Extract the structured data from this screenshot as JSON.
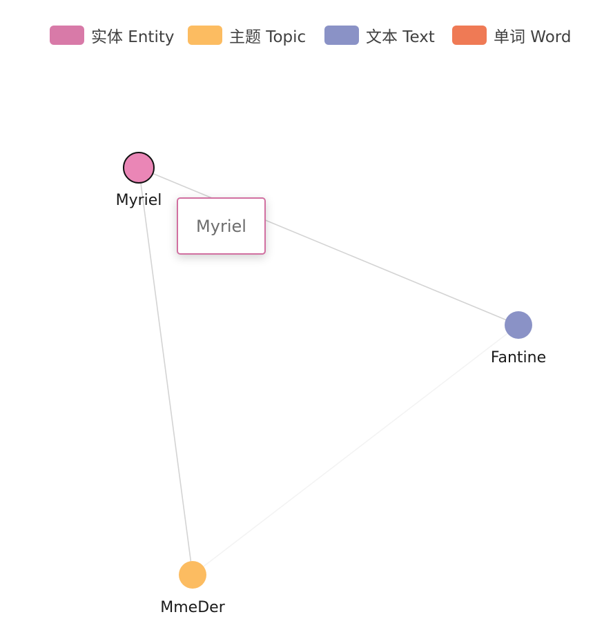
{
  "legend": [
    {
      "label": "实体 Entity",
      "color": "#d87aa8"
    },
    {
      "label": "主题 Topic",
      "color": "#fcbc61"
    },
    {
      "label": "文本 Text",
      "color": "#8a92c6"
    },
    {
      "label": "单词 Word",
      "color": "#ef7a55"
    }
  ],
  "nodes": [
    {
      "id": "Myriel",
      "label": "Myriel",
      "category": "实体 Entity",
      "color": "#ea86b6",
      "highlighted": true
    },
    {
      "id": "Fantine",
      "label": "Fantine",
      "category": "文本 Text",
      "color": "#8a92c6",
      "highlighted": false
    },
    {
      "id": "MmeDer",
      "label": "MmeDer",
      "category": "主题 Topic",
      "color": "#fcbc61",
      "highlighted": false
    }
  ],
  "edges": [
    {
      "source": "Myriel",
      "target": "Fantine",
      "color": "#d3d3d3"
    },
    {
      "source": "Myriel",
      "target": "MmeDer",
      "color": "#d3d3d3"
    },
    {
      "source": "Fantine",
      "target": "MmeDer",
      "color": "#f3f3f3"
    }
  ],
  "tooltip": {
    "text": "Myriel",
    "border_color": "#d16fa0"
  }
}
